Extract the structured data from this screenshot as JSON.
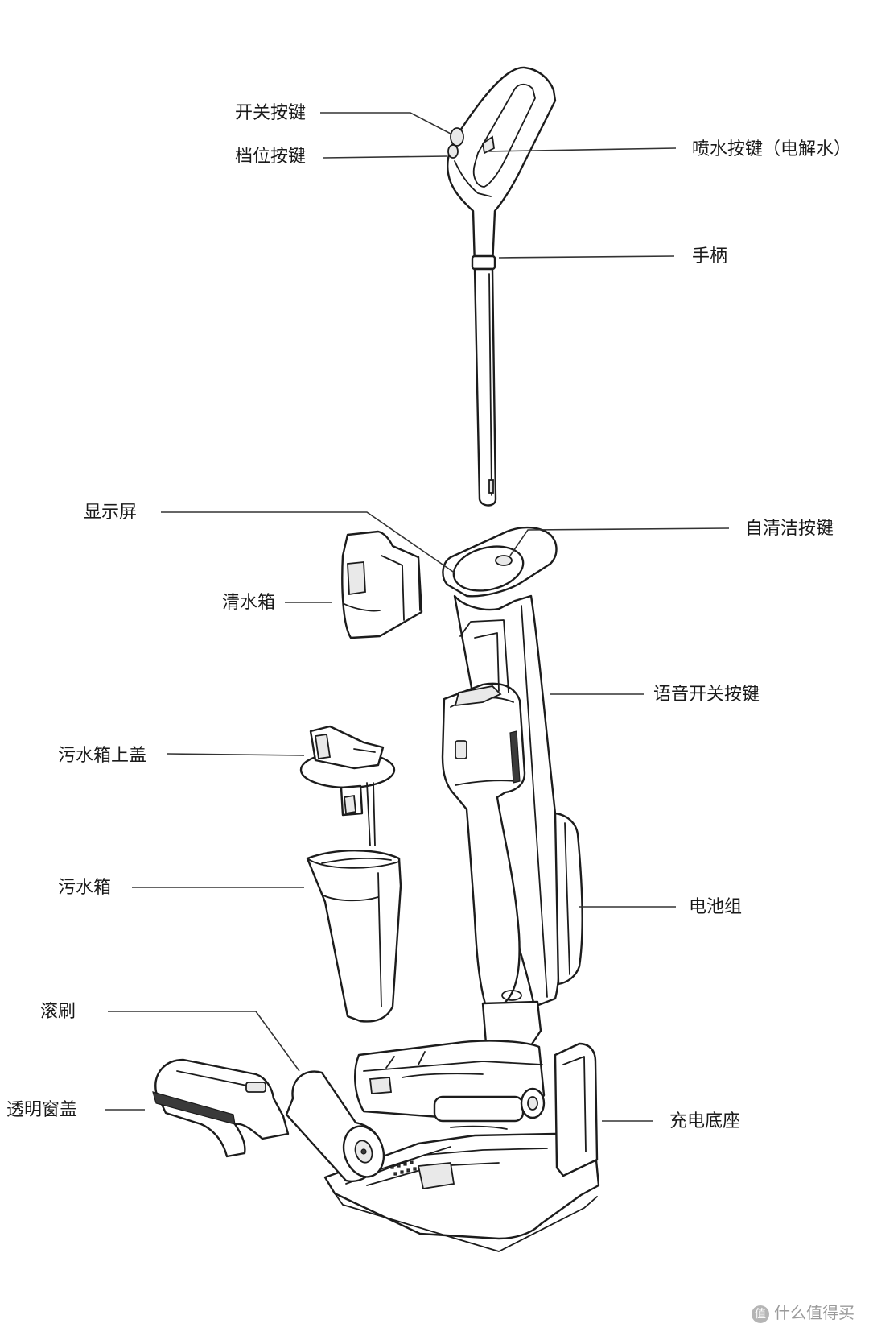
{
  "labels": {
    "power_button": "开关按键",
    "gear_button": "档位按键",
    "spray_button": "喷水按键（电解水）",
    "handle": "手柄",
    "display": "显示屏",
    "self_clean_button": "自清洁按键",
    "clean_water_tank": "清水箱",
    "voice_switch_button": "语音开关按键",
    "dirty_tank_lid": "污水箱上盖",
    "dirty_water_tank": "污水箱",
    "battery_pack": "电池组",
    "roller_brush": "滚刷",
    "transparent_cover": "透明窗盖",
    "charging_base": "充电底座"
  },
  "watermark": {
    "icon_glyph": "值",
    "text": "什么值得买"
  }
}
